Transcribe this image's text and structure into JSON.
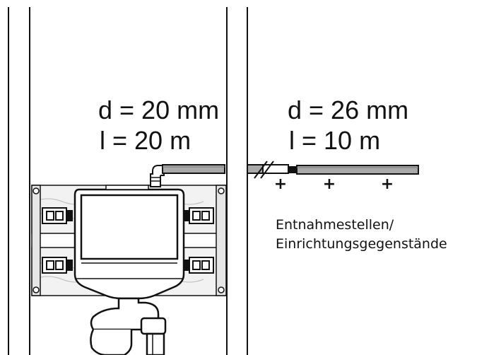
{
  "segment_left": {
    "diameter": "d = 20 mm",
    "length": "l = 20 m"
  },
  "segment_right": {
    "diameter": "d = 26 mm",
    "length": "l = 10 m"
  },
  "outlets": {
    "markers": [
      "+",
      "+",
      "+"
    ],
    "caption_line1": "Entnahmestellen/",
    "caption_line2": "Einrichtungsgegenstände"
  },
  "colors": {
    "line": "#111111",
    "pipe_fill": "#a9a9a9",
    "wood_fill": "#f2f2f2",
    "meter_fill": "#ffffff"
  }
}
